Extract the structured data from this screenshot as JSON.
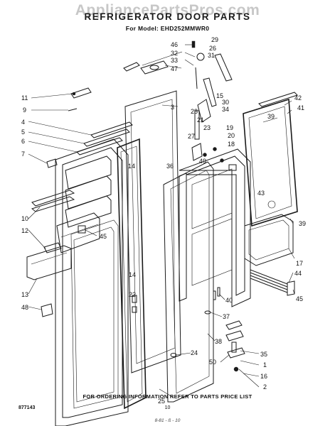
{
  "watermark": "AppliancePartsPros.com",
  "title": "REFRIGERATOR DOOR PARTS",
  "model_line": "For Model: EHD252MMWR0",
  "footer_note": "FOR ORDERING INFORMATION REFER TO PARTS PRICE LIST",
  "page_number": "10",
  "document_id": "877143",
  "code": "8-81 - ß - 10",
  "callouts": [
    "46",
    "29",
    "32",
    "26",
    "33",
    "31",
    "47",
    "11",
    "9",
    "15",
    "3",
    "28",
    "30",
    "34",
    "42",
    "41",
    "39",
    "4",
    "21",
    "23",
    "19",
    "5",
    "27",
    "20",
    "6",
    "18",
    "14",
    "36",
    "49",
    "7",
    "43",
    "39",
    "10",
    "12",
    "45",
    "17",
    "44",
    "45",
    "13",
    "48",
    "14",
    "22",
    "40",
    "38",
    "37",
    "24",
    "35",
    "50",
    "1",
    "16",
    "2",
    "25"
  ]
}
